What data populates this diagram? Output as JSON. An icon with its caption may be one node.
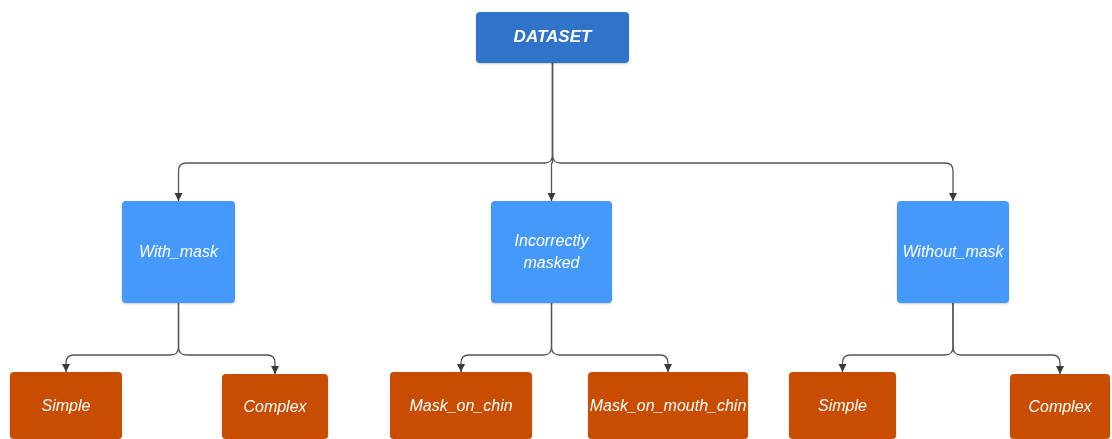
{
  "diagram": {
    "nodes": [
      {
        "text": [
          "DATASET"
        ]
      },
      {
        "text": [
          "With_mask"
        ]
      },
      {
        "text": [
          "Incorrectly masked"
        ]
      },
      {
        "text": [
          "Without_mask"
        ]
      },
      {
        "text": [
          "Simple"
        ]
      },
      {
        "text": [
          "Complex"
        ]
      },
      {
        "text": [
          "Mask_on_chin"
        ]
      },
      {
        "text": [
          "Mask_on_mouth_chin"
        ]
      },
      {
        "text": [
          "Simple"
        ]
      },
      {
        "text": [
          "Complex"
        ]
      }
    ],
    "edges": [
      {
        "from": 0,
        "to": 1,
        "arrow": "to"
      },
      {
        "from": 0,
        "to": 2,
        "arrow": "to"
      },
      {
        "from": 0,
        "to": 3,
        "arrow": "to"
      },
      {
        "from": 1,
        "to": 4,
        "arrow": "to"
      },
      {
        "from": 1,
        "to": 5,
        "arrow": "to"
      },
      {
        "from": 2,
        "to": 6,
        "arrow": "to"
      },
      {
        "from": 2,
        "to": 7,
        "arrow": "to"
      },
      {
        "from": 3,
        "to": 8,
        "arrow": "to"
      },
      {
        "from": 3,
        "to": 9,
        "arrow": "to"
      }
    ]
  }
}
